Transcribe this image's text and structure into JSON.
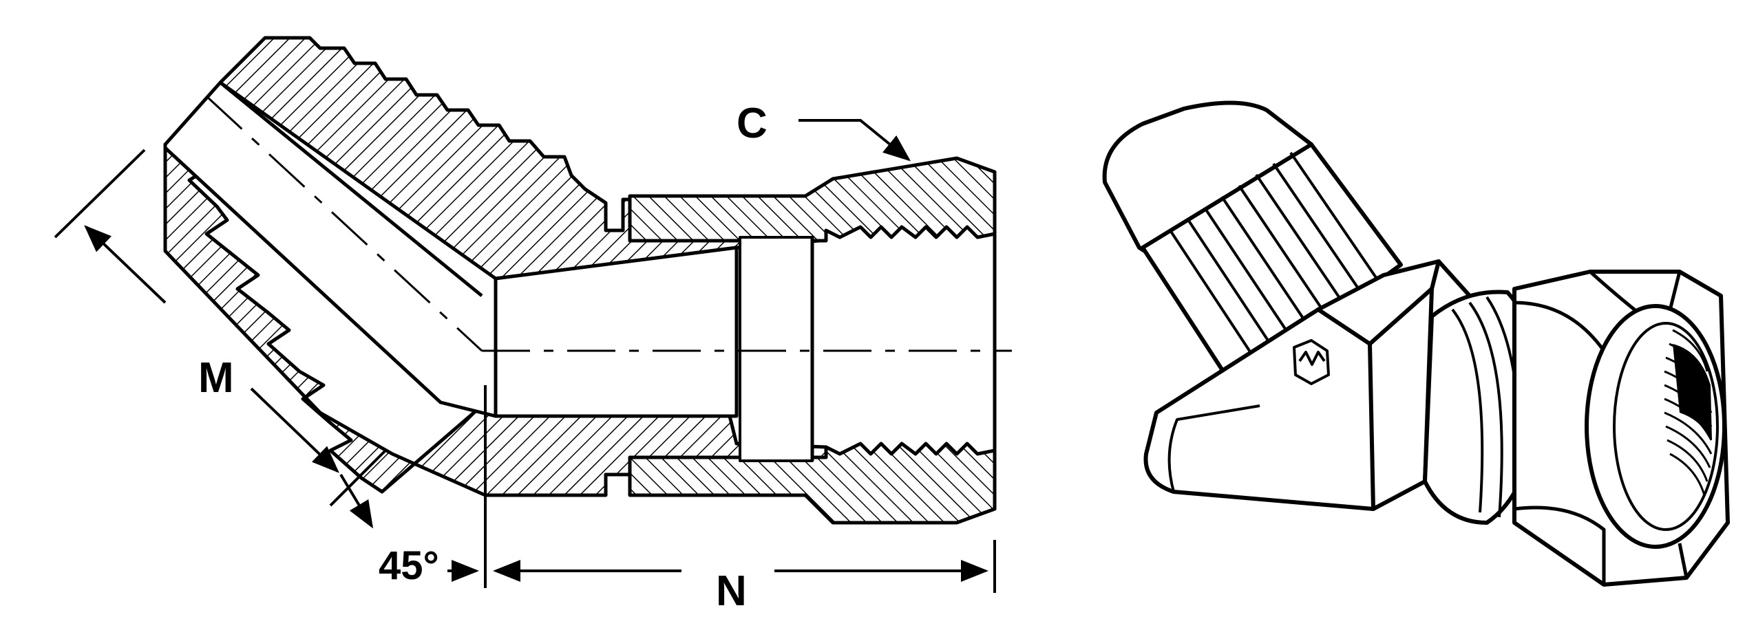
{
  "labels": {
    "c": "C",
    "m": "M",
    "n": "N",
    "angle": "45°"
  },
  "colors": {
    "ink": "#000000",
    "paper": "#ffffff"
  }
}
